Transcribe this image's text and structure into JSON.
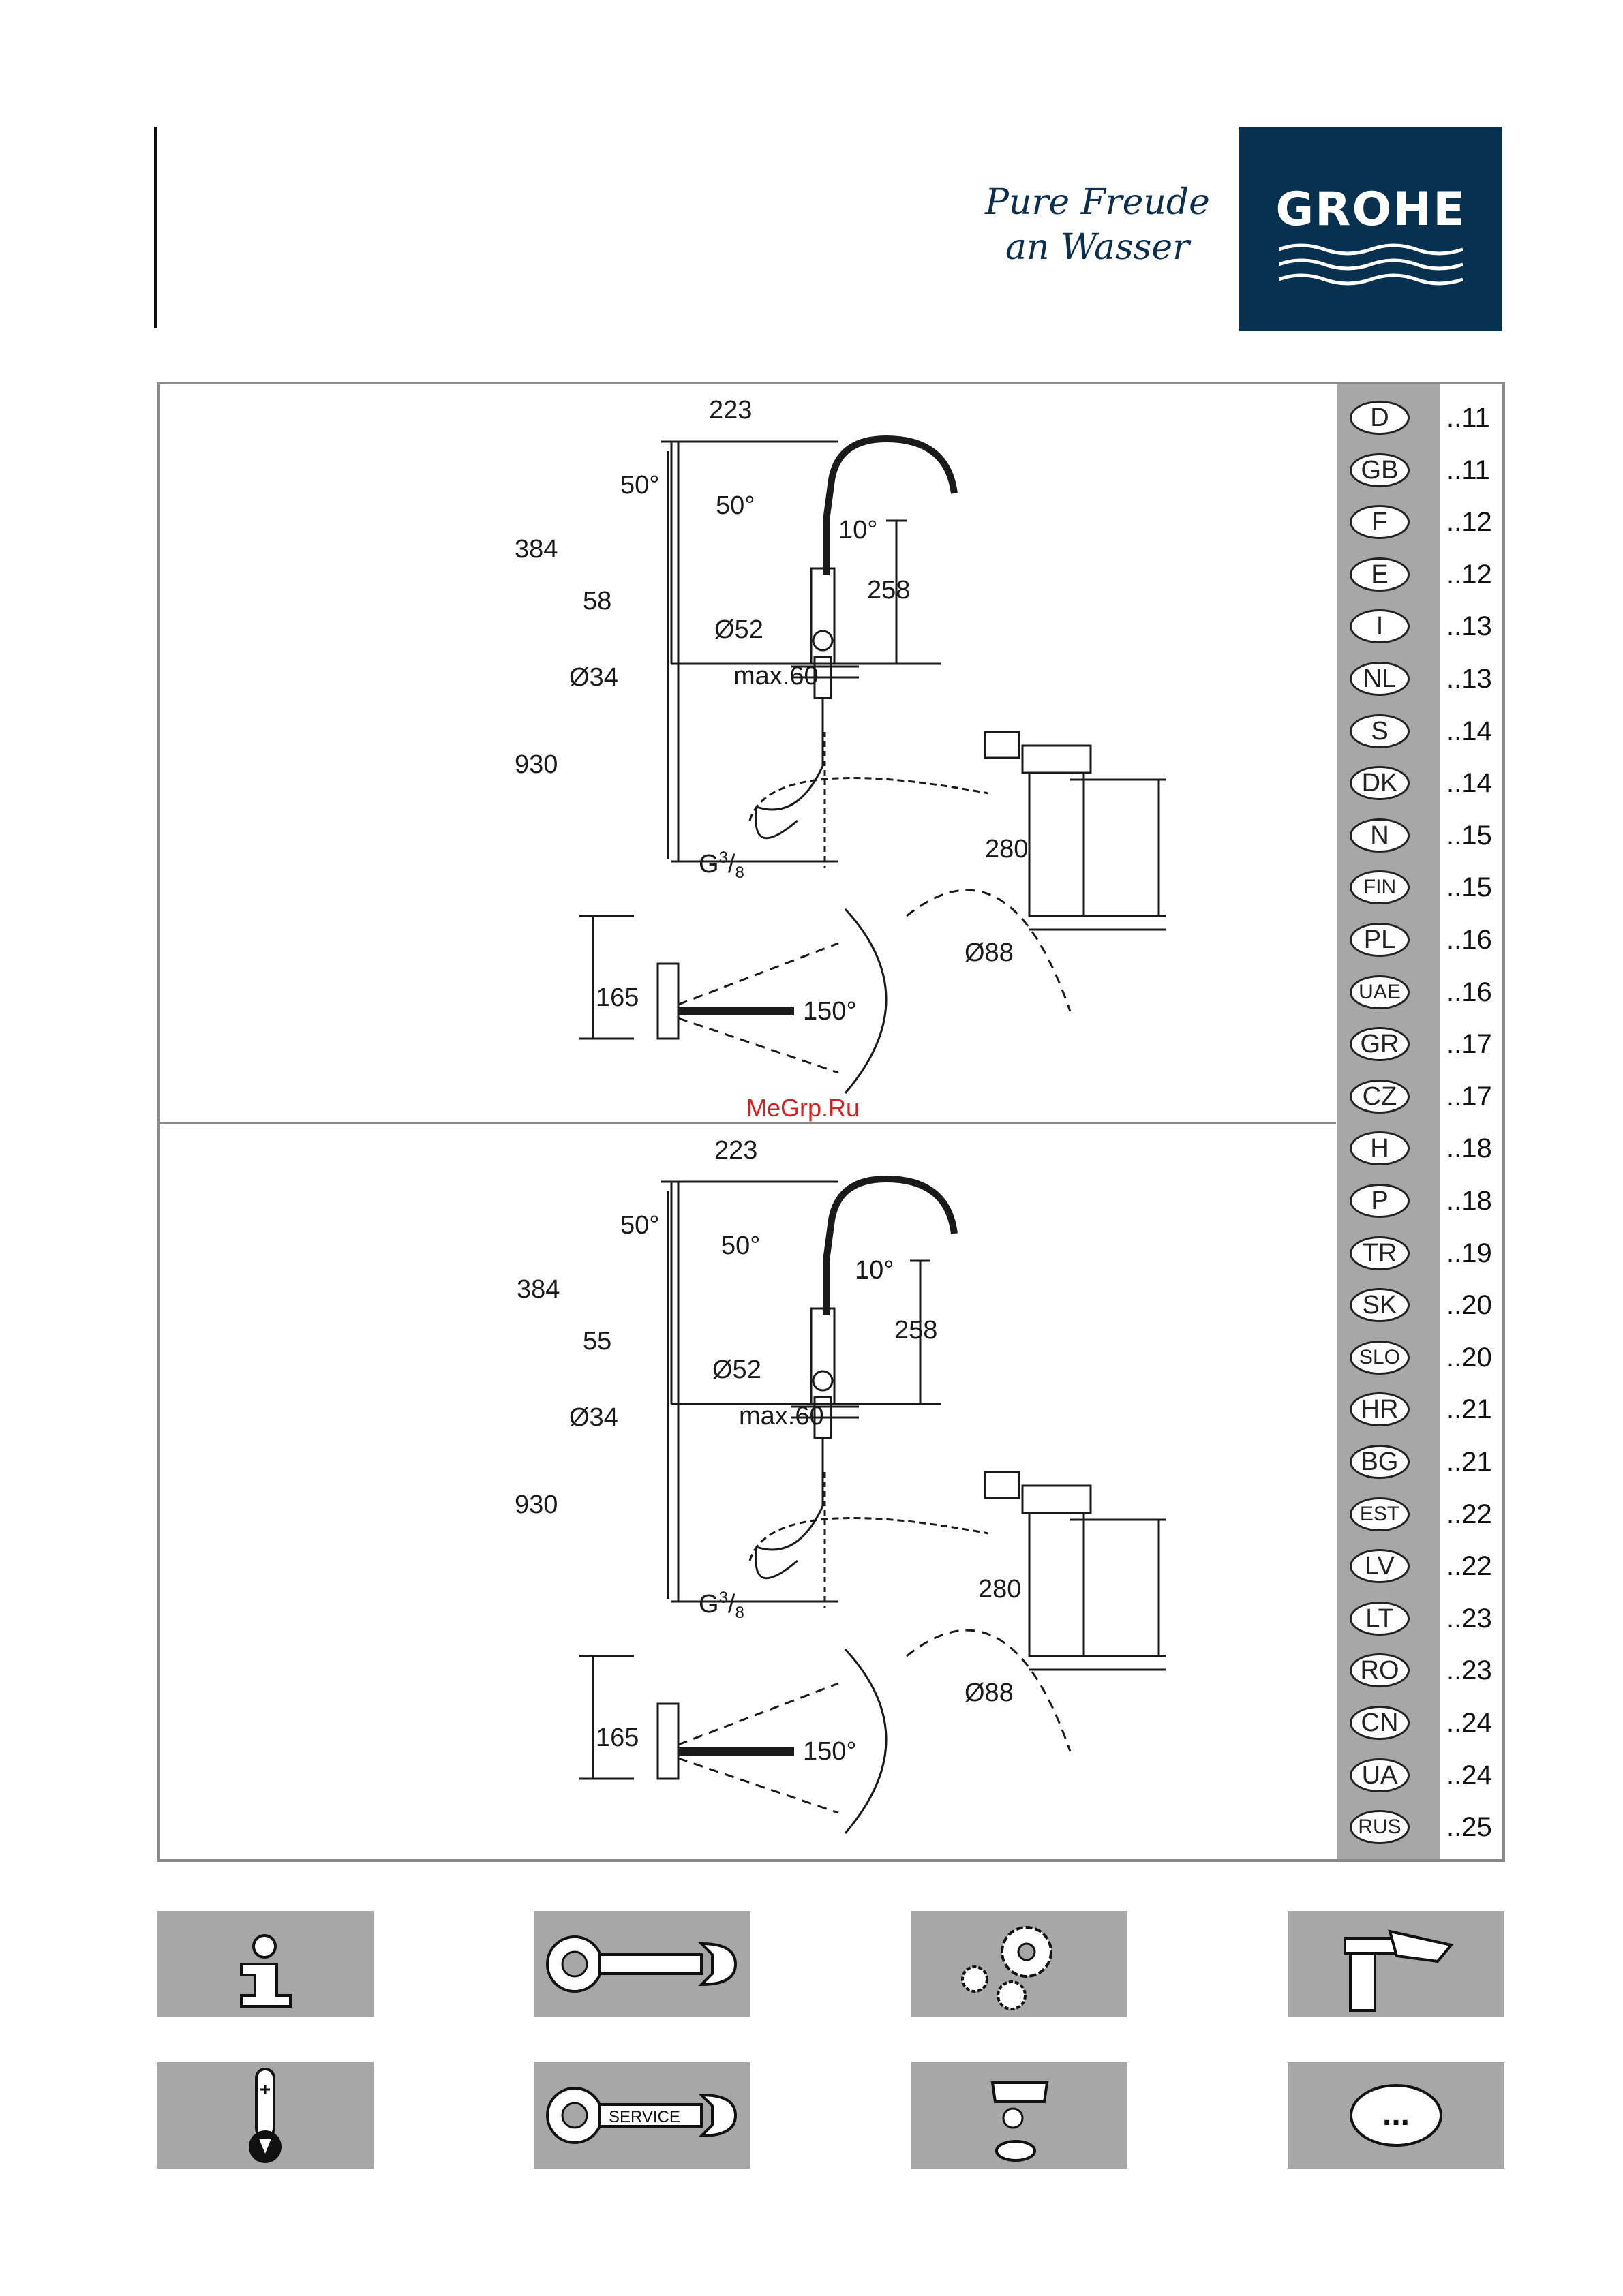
{
  "brand": {
    "name": "GROHE",
    "slogan_line1": "Pure Freude",
    "slogan_line2": "an Wasser"
  },
  "watermark": "MeGrp.Ru",
  "diagram_top": {
    "width": "223",
    "height": "384",
    "angle_left": "50°",
    "angle_right": "50°",
    "angle_spout": "10°",
    "outlet_height": "258",
    "lever": "58",
    "body_diam": "Ø52",
    "shank_diam": "Ø34",
    "max_thickness": "max.60",
    "hose_length": "930",
    "thread": "G",
    "thread_num": "3",
    "thread_den": "8",
    "filter_height": "280",
    "filter_diam": "Ø88",
    "plan_depth": "165",
    "swivel": "150°"
  },
  "diagram_bottom": {
    "width": "223",
    "height": "384",
    "angle_left": "50°",
    "angle_right": "50°",
    "angle_spout": "10°",
    "outlet_height": "258",
    "lever": "55",
    "body_diam": "Ø52",
    "shank_diam": "Ø34",
    "max_thickness": "max.60",
    "hose_length": "930",
    "thread": "G",
    "thread_num": "3",
    "thread_den": "8",
    "filter_height": "280",
    "filter_diam": "Ø88",
    "plan_depth": "165",
    "swivel": "150°"
  },
  "languages": [
    {
      "code": "D",
      "page": "..11"
    },
    {
      "code": "GB",
      "page": "..11"
    },
    {
      "code": "F",
      "page": "..12"
    },
    {
      "code": "E",
      "page": "..12"
    },
    {
      "code": "I",
      "page": "..13"
    },
    {
      "code": "NL",
      "page": "..13"
    },
    {
      "code": "S",
      "page": "..14"
    },
    {
      "code": "DK",
      "page": "..14"
    },
    {
      "code": "N",
      "page": "..15"
    },
    {
      "code": "FIN",
      "page": "..15"
    },
    {
      "code": "PL",
      "page": "..16"
    },
    {
      "code": "UAE",
      "page": "..16"
    },
    {
      "code": "GR",
      "page": "..17"
    },
    {
      "code": "CZ",
      "page": "..17"
    },
    {
      "code": "H",
      "page": "..18"
    },
    {
      "code": "P",
      "page": "..18"
    },
    {
      "code": "TR",
      "page": "..19"
    },
    {
      "code": "SK",
      "page": "..20"
    },
    {
      "code": "SLO",
      "page": "..20"
    },
    {
      "code": "HR",
      "page": "..21"
    },
    {
      "code": "BG",
      "page": "..21"
    },
    {
      "code": "EST",
      "page": "..22"
    },
    {
      "code": "LV",
      "page": "..22"
    },
    {
      "code": "LT",
      "page": "..23"
    },
    {
      "code": "RO",
      "page": "..23"
    },
    {
      "code": "CN",
      "page": "..24"
    },
    {
      "code": "UA",
      "page": "..24"
    },
    {
      "code": "RUS",
      "page": "..25"
    }
  ],
  "icons": {
    "info": "info-icon",
    "wrench": "wrench-icon",
    "gears": "gears-icon",
    "faucet_cleaning": "faucet-cleaning-icon",
    "thermometer": "thermometer-icon",
    "service": "SERVICE",
    "cartridge": "cartridge-icon",
    "more": "..."
  },
  "colors": {
    "brand_blue": "#08304f",
    "tile_gray": "#a7a7a7",
    "frame_gray": "#8a8a8a"
  }
}
